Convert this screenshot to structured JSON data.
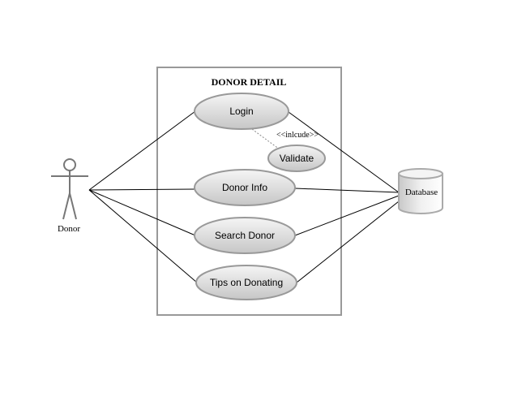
{
  "diagram": {
    "type": "use-case",
    "system_boundary": {
      "title": "DONOR DETAIL"
    },
    "actor": {
      "label": "Donor"
    },
    "database": {
      "label": "Database"
    },
    "use_cases": [
      {
        "id": "login",
        "label": "Login"
      },
      {
        "id": "validate",
        "label": "Validate"
      },
      {
        "id": "donor-info",
        "label": "Donor Info"
      },
      {
        "id": "search-donor",
        "label": "Search Donor"
      },
      {
        "id": "tips",
        "label": "Tips on Donating"
      }
    ],
    "relationships": [
      {
        "from": "actor",
        "to": "login",
        "type": "association"
      },
      {
        "from": "actor",
        "to": "donor-info",
        "type": "association"
      },
      {
        "from": "actor",
        "to": "search-donor",
        "type": "association"
      },
      {
        "from": "actor",
        "to": "tips",
        "type": "association"
      },
      {
        "from": "login",
        "to": "database",
        "type": "association"
      },
      {
        "from": "donor-info",
        "to": "database",
        "type": "association"
      },
      {
        "from": "search-donor",
        "to": "database",
        "type": "association"
      },
      {
        "from": "tips",
        "to": "database",
        "type": "association"
      },
      {
        "from": "login",
        "to": "validate",
        "type": "include",
        "label": "<<inlcude>>"
      }
    ],
    "colors": {
      "boundary": "#999999",
      "ellipse_stroke": "#999999",
      "ellipse_fill_top": "#f2f2f2",
      "ellipse_fill_bottom": "#c8c8c8",
      "line": "#000000",
      "actor": "#777777"
    }
  }
}
